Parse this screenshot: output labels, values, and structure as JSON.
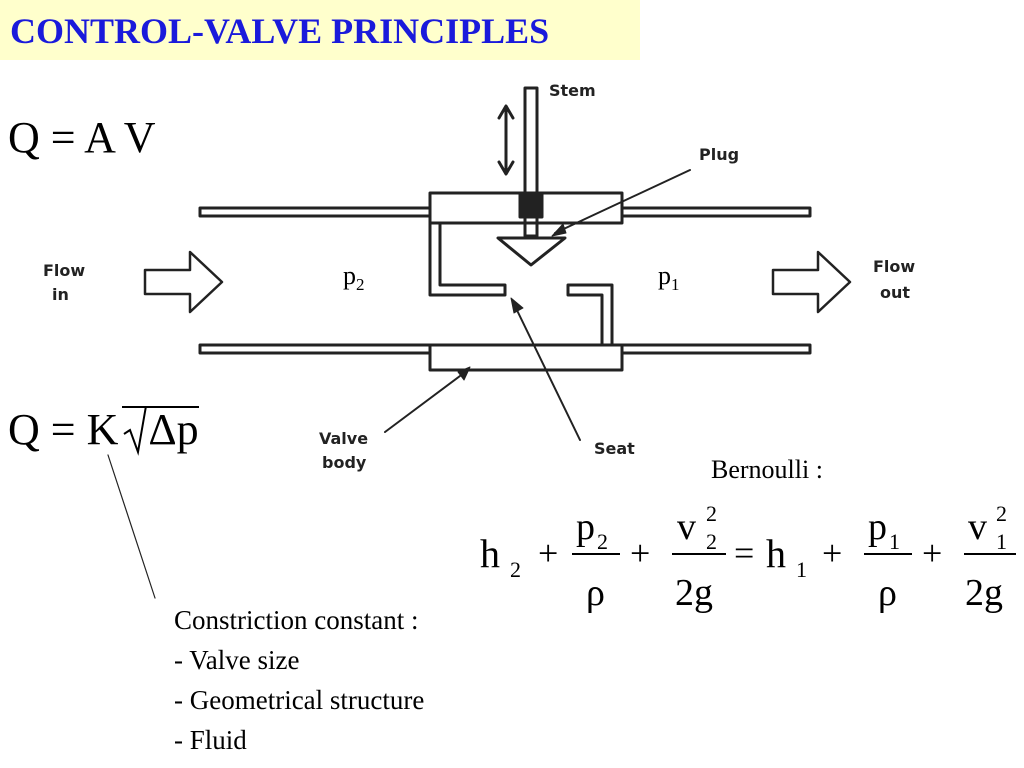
{
  "title": "CONTROL-VALVE PRINCIPLES",
  "colors": {
    "title_text": "#1a1adb",
    "title_background": "#ffffcc"
  },
  "equations": {
    "flow_area_velocity": "Q = A V",
    "flow_constant": {
      "lhs": "Q",
      "equals": "=",
      "constant": "K",
      "radicand": "Δp"
    },
    "bernoulli": {
      "label": "Bernoulli :",
      "lhs": {
        "h": "h",
        "h_sub": "2",
        "p": "p",
        "p_sub": "2",
        "rho": "ρ",
        "v": "v",
        "v_sub": "2",
        "v_sup": "2",
        "den": "2g"
      },
      "rhs": {
        "h": "h",
        "h_sub": "1",
        "p": "p",
        "p_sub": "1",
        "rho": "ρ",
        "v": "v",
        "v_sub": "1",
        "v_sup": "2",
        "den": "2g"
      },
      "plus": "+",
      "equals": "="
    }
  },
  "diagram": {
    "labels": {
      "stem": "Stem",
      "plug": "Plug",
      "flow_in_1": "Flow",
      "flow_in_2": "in",
      "flow_out_1": "Flow",
      "flow_out_2": "out",
      "valve_body_1": "Valve",
      "valve_body_2": "body",
      "seat": "Seat",
      "p2": "p",
      "p2_sub": "2",
      "p1": "p",
      "p1_sub": "1"
    }
  },
  "notes": {
    "heading": "Constriction constant :",
    "items": [
      "- Valve size",
      "- Geometrical structure",
      "- Fluid"
    ]
  }
}
